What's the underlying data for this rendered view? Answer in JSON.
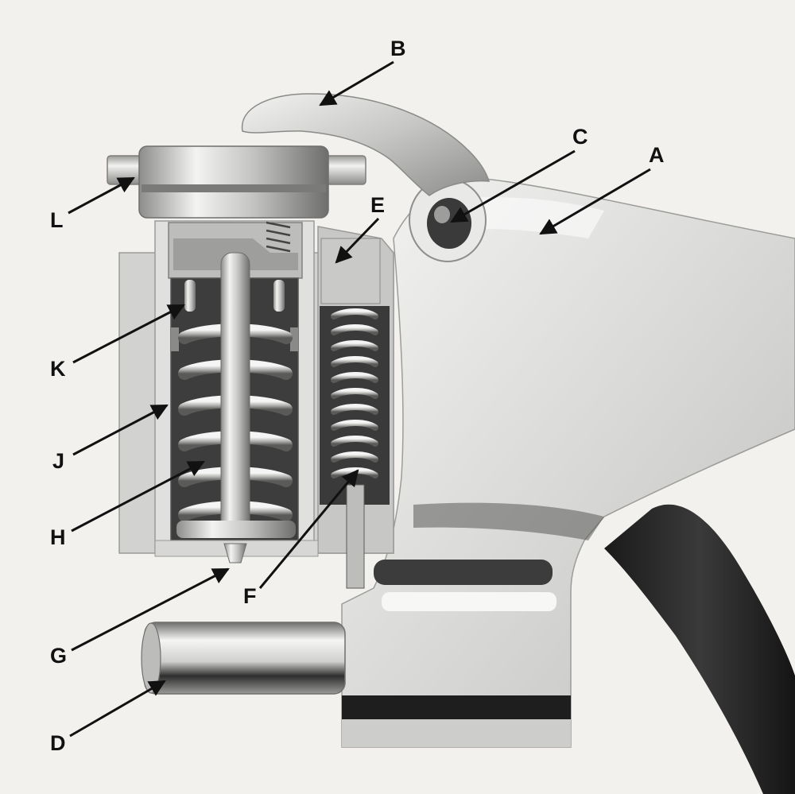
{
  "labels": {
    "A": "A",
    "B": "B",
    "C": "C",
    "D": "D",
    "E": "E",
    "F": "F",
    "G": "G",
    "H": "H",
    "J": "J",
    "K": "K",
    "L": "L"
  },
  "colors": {
    "background": "#f2f1ee",
    "metal_light": "#e6e6e4",
    "metal_mid": "#b9b9b7",
    "metal_dark": "#4a4a4a",
    "housing": "#cfcfcd",
    "handle": "#262626",
    "ink": "#111111"
  }
}
